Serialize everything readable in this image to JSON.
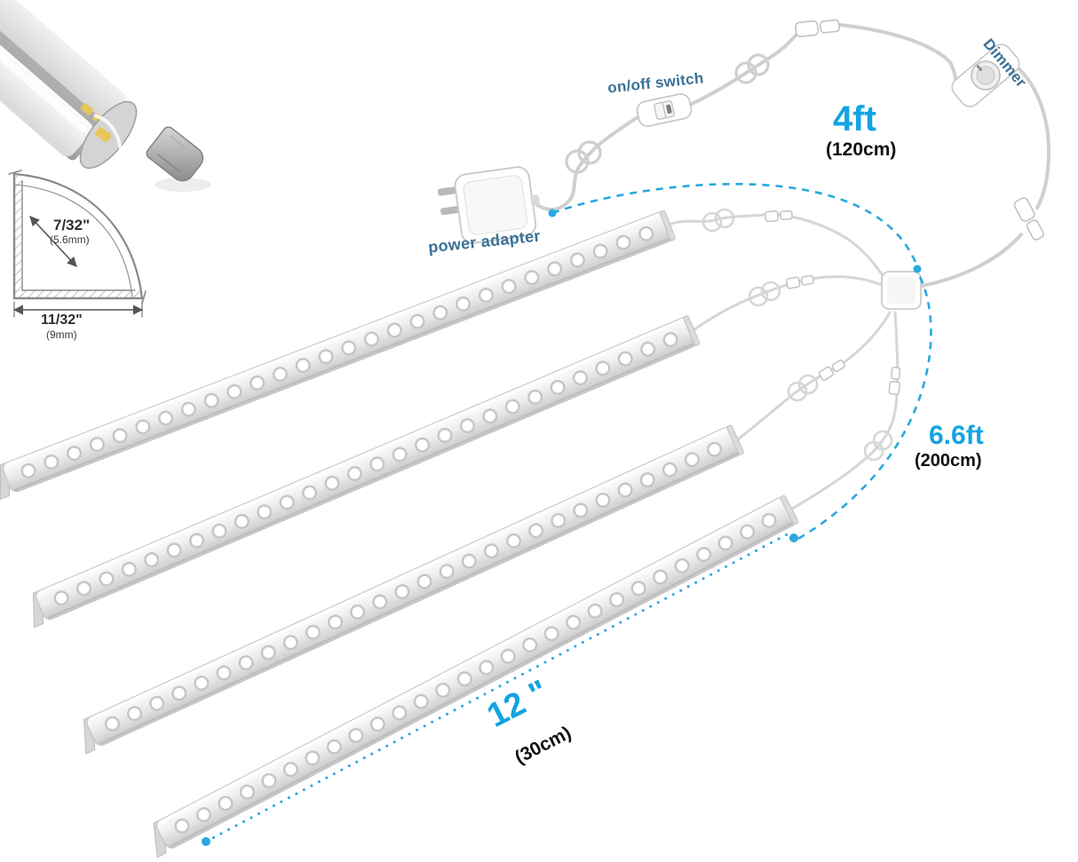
{
  "colors": {
    "label_blue": "#3a7096",
    "measure_cyan": "#14a3e2",
    "dark_text": "#111111"
  },
  "labels": {
    "power_adapter": "power adapter",
    "on_off_switch": "on/off switch",
    "dimmer": "Dimmer"
  },
  "measurements": {
    "adapter_to_hub": {
      "imperial": "4ft",
      "metric": "(120cm)"
    },
    "hub_to_bar": {
      "imperial": "6.6ft",
      "metric": "(200cm)"
    },
    "bar_length": {
      "imperial": "12 \"",
      "metric": "(30cm)"
    },
    "profile_depth": {
      "imperial": "7/32\"",
      "metric": "(5.6mm)"
    },
    "profile_width": {
      "imperial": "11/32\"",
      "metric": "(9mm)"
    }
  }
}
